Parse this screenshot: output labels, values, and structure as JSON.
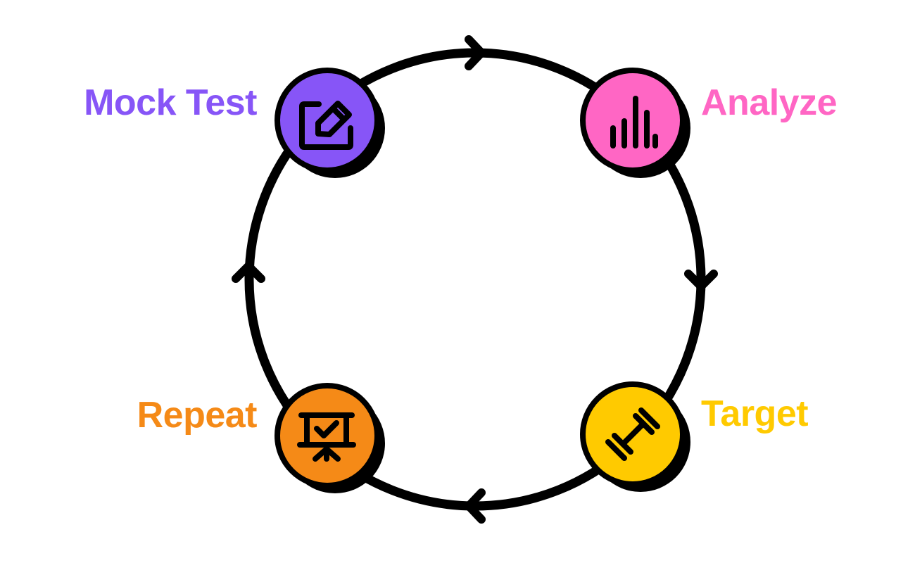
{
  "colors": {
    "stroke": "#000000",
    "background": "#ffffff"
  },
  "steps": [
    {
      "label": "Mock Test",
      "color": "#8755f7",
      "icon": "edit-icon"
    },
    {
      "label": "Analyze",
      "color": "#ff66c4",
      "icon": "bar-chart-icon"
    },
    {
      "label": "Target",
      "color": "#ffca00",
      "icon": "dumbbell-icon"
    },
    {
      "label": "Repeat",
      "color": "#f58a17",
      "icon": "presentation-check-icon"
    }
  ],
  "flow_direction": "clockwise"
}
